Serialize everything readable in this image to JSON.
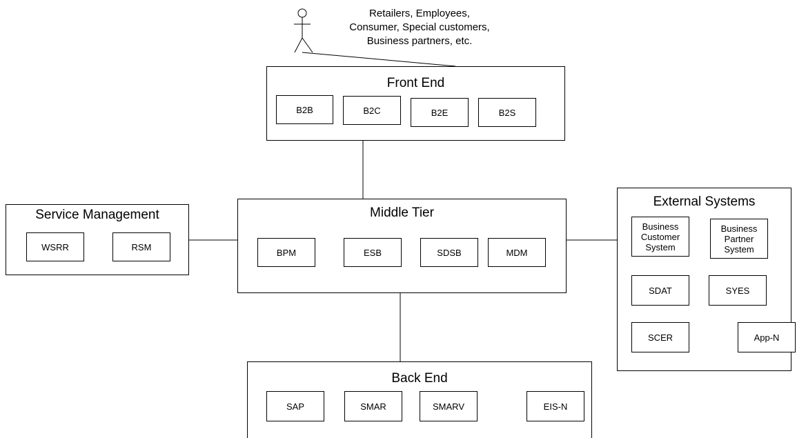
{
  "actor": {
    "note_lines": [
      "Retailers, Employees,",
      "Consumer, Special customers,",
      "Business partners, etc."
    ]
  },
  "front_end": {
    "title": "Front End",
    "nodes": [
      "B2B",
      "B2C",
      "B2E",
      "B2S"
    ]
  },
  "middle_tier": {
    "title": "Middle Tier",
    "nodes": [
      "BPM",
      "ESB",
      "SDSB",
      "MDM"
    ]
  },
  "service_management": {
    "title": "Service Management",
    "nodes": [
      "WSRR",
      "RSM"
    ]
  },
  "external_systems": {
    "title": "External Systems",
    "nodes": {
      "business_customer_system": [
        "Business",
        "Customer",
        "System"
      ],
      "business_partner_system": [
        "Business",
        "Partner",
        "System"
      ],
      "sdat": "SDAT",
      "syes": "SYES",
      "scer": "SCER",
      "app_n": "App-N"
    }
  },
  "back_end": {
    "title": "Back End",
    "nodes": [
      "SAP",
      "SMAR",
      "SMARV",
      "EIS-N"
    ]
  }
}
